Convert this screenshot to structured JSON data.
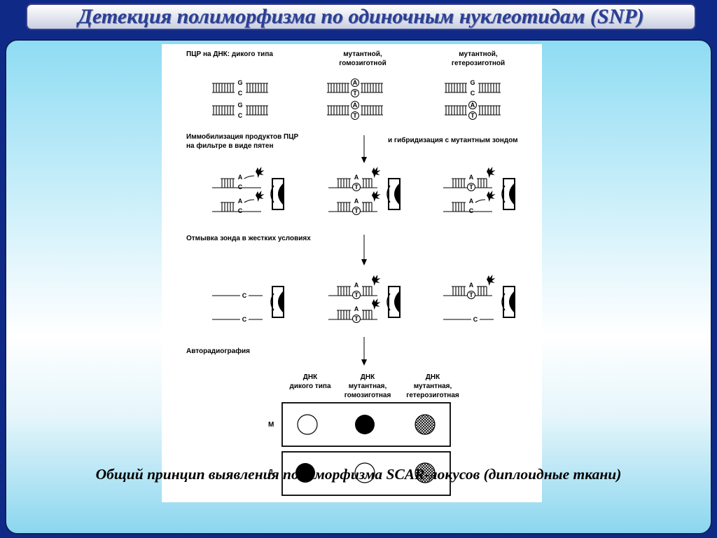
{
  "slide": {
    "title": "Детекция полиморфизма по одиночным нуклеотидам (SNP)",
    "caption": "Общий принцип выявления полиморфизма SCAR-локусов (диплоидные ткани)"
  },
  "diagram": {
    "col_headers": {
      "wild": "ПЦР на ДНК: дикого типа",
      "mut_homo_1": "мутантной,",
      "mut_homo_2": "гомозиготной",
      "mut_het_1": "мутантной,",
      "mut_het_2": "гетерозиготной"
    },
    "steps": {
      "immobilization_1": "Иммобилизация продуктов ПЦР",
      "immobilization_2": "на фильтре в виде пятен",
      "hybridization": "и гибридизация с мутантным зондом",
      "washing": "Отмывка зонда в жестких условиях",
      "autoradiography": "Авторадиография"
    },
    "nucleotides": {
      "g": "G",
      "c": "C",
      "a": "A",
      "t": "T"
    },
    "result_headers": {
      "wild_1": "ДНК",
      "wild_2": "дикого типа",
      "homo_1": "ДНК",
      "homo_2": "мутантная,",
      "homo_3": "гомозиготная",
      "het_1": "ДНК",
      "het_2": "мутантная,",
      "het_3": "гетерозиготная"
    },
    "rows": {
      "m": "М",
      "d": "Д"
    }
  }
}
